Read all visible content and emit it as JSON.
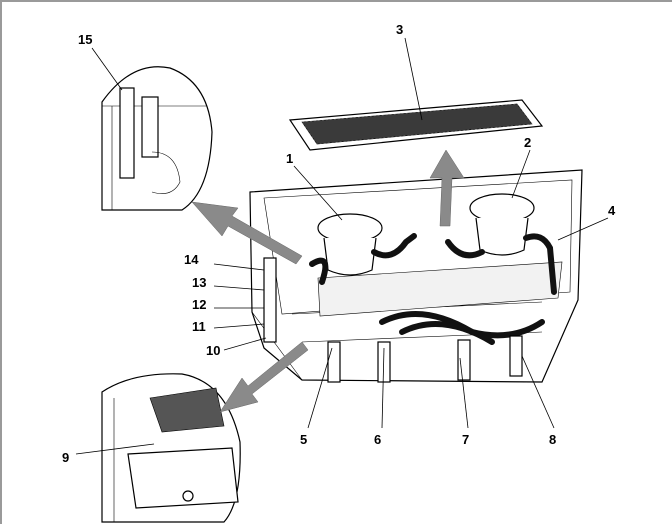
{
  "diagram": {
    "callouts": [
      {
        "id": "1",
        "label": "1"
      },
      {
        "id": "2",
        "label": "2"
      },
      {
        "id": "3",
        "label": "3"
      },
      {
        "id": "4",
        "label": "4"
      },
      {
        "id": "5",
        "label": "5"
      },
      {
        "id": "6",
        "label": "6"
      },
      {
        "id": "7",
        "label": "7"
      },
      {
        "id": "8",
        "label": "8"
      },
      {
        "id": "9",
        "label": "9"
      },
      {
        "id": "10",
        "label": "10"
      },
      {
        "id": "11",
        "label": "11"
      },
      {
        "id": "12",
        "label": "12"
      },
      {
        "id": "13",
        "label": "13"
      },
      {
        "id": "14",
        "label": "14"
      },
      {
        "id": "15",
        "label": "15"
      }
    ],
    "colors": {
      "line": "#000000",
      "arrow": "#8a8a8a",
      "border": "#9a9a9a"
    }
  }
}
